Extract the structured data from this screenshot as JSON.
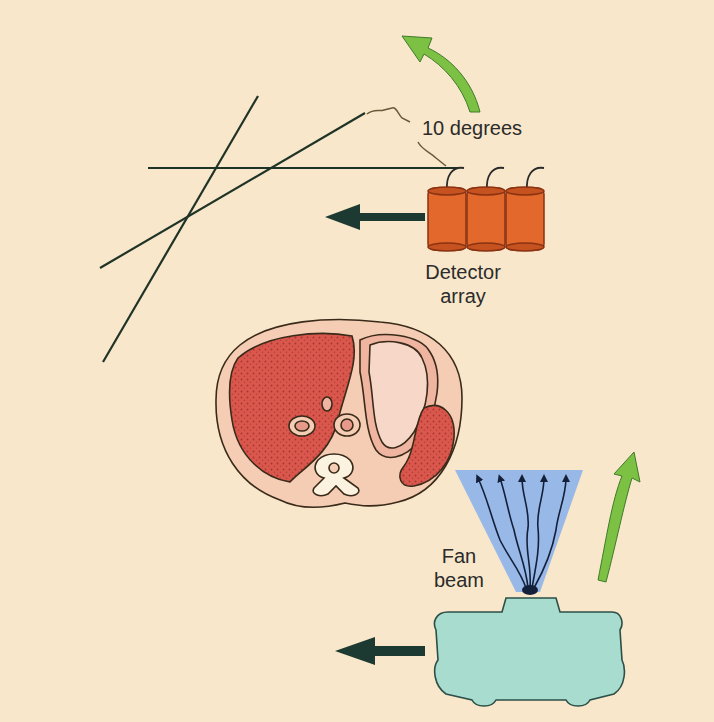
{
  "diagram": {
    "labels": [
      "10 degrees",
      "Detector array",
      "Fan beam"
    ]
  }
}
